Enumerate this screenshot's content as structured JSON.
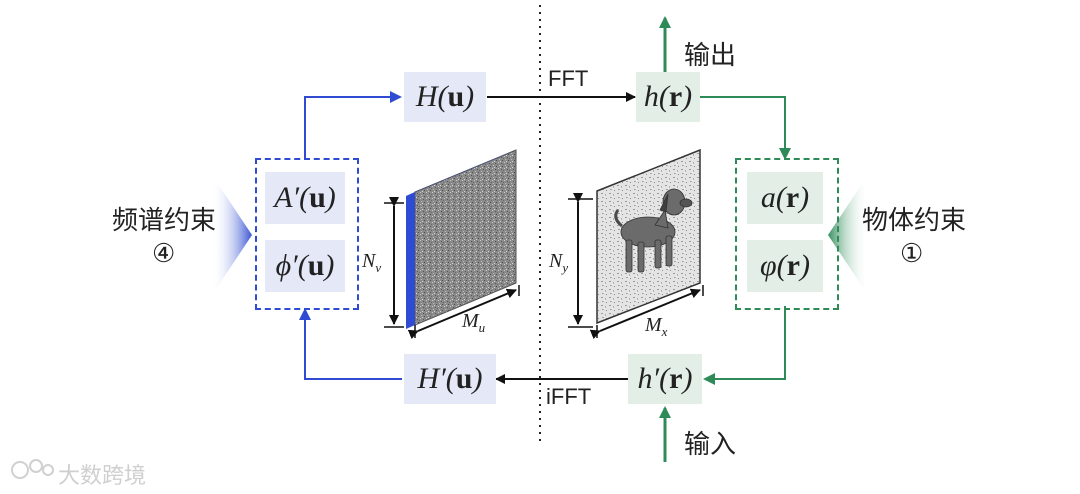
{
  "colors": {
    "blue": "#2f4bd1",
    "green": "#2e8b57",
    "black": "#111111"
  },
  "left_constraint": {
    "title": "频谱约束",
    "num": "④"
  },
  "right_constraint": {
    "title": "物体约束",
    "num": "①"
  },
  "boxes": {
    "H_u": "H",
    "H_arg": "u",
    "h_r": "h",
    "h_arg": "r",
    "Hp_u": "H′",
    "Hp_arg": "u",
    "hp_r": "h′",
    "hp_arg": "r",
    "Ap_u": "A′",
    "Ap_arg": "u",
    "phip_u": "ϕ′",
    "phip_arg": "u",
    "a_r": "a",
    "a_arg": "r",
    "varphi_r": "φ",
    "varphi_arg": "r"
  },
  "arrows": {
    "fft": "FFT",
    "ifft": "iFFT"
  },
  "io": {
    "output": "输出",
    "input": "输入"
  },
  "dims": {
    "left_v": "N",
    "left_v_sub": "v",
    "left_h": "M",
    "left_h_sub": "u",
    "right_v": "N",
    "right_v_sub": "y",
    "right_h": "M",
    "right_h_sub": "x"
  },
  "watermark": "大数跨境",
  "icons": [
    "dog-image",
    "noise-hologram"
  ]
}
